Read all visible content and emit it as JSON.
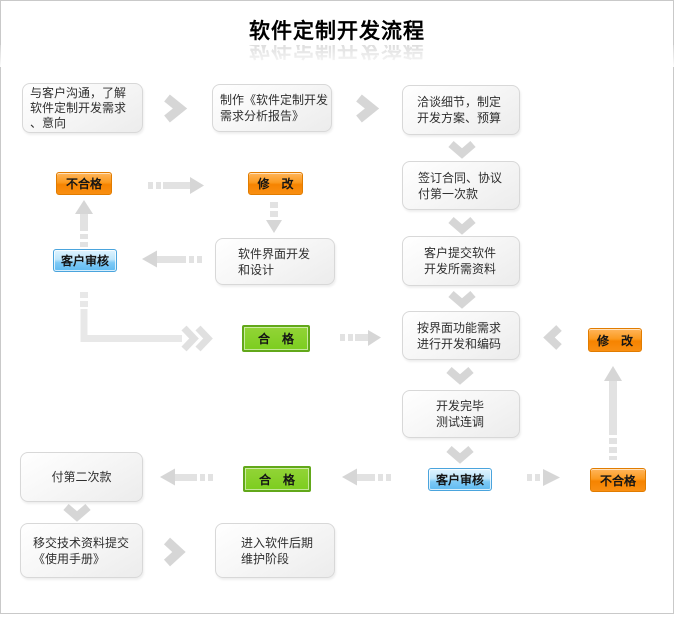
{
  "title": "软件定制开发流程",
  "nodes": {
    "communicate": {
      "lines": [
        "与客户沟通，了解",
        "软件定制开发需求",
        "、意向"
      ]
    },
    "report": {
      "lines": [
        "制作《软件定制开发",
        "需求分析报告》"
      ]
    },
    "negotiate": {
      "lines": [
        "洽谈细节，制定",
        "开发方案、预算"
      ]
    },
    "contract": {
      "lines": [
        "签订合同、协议",
        "付第一次款"
      ]
    },
    "ui_design": {
      "lines": [
        "软件界面开发",
        "和设计"
      ]
    },
    "materials": {
      "lines": [
        "客户提交软件",
        "开发所需资料"
      ]
    },
    "coding": {
      "lines": [
        "按界面功能需求",
        "进行开发和编码"
      ]
    },
    "testing": {
      "lines": [
        "开发完毕",
        "测试连调"
      ]
    },
    "second_payment": {
      "lines": [
        "付第二次款"
      ]
    },
    "handover": {
      "lines": [
        "移交技术资料提交",
        "《使用手册》"
      ]
    },
    "maintenance": {
      "lines": [
        "进入软件后期",
        "维护阶段"
      ]
    }
  },
  "buttons": {
    "fail_top": "不合格",
    "modify_top": "修　改",
    "review_left": "客户审核",
    "pass_mid": "合　格",
    "modify_right": "修　改",
    "pass_bottom": "合　格",
    "review_bottom": "客户审核",
    "fail_bottom": "不合格"
  },
  "edges": [
    {
      "from": "communicate",
      "to": "report",
      "style": "chevron-right"
    },
    {
      "from": "report",
      "to": "negotiate",
      "style": "chevron-right"
    },
    {
      "from": "negotiate",
      "to": "contract",
      "style": "chevron-down"
    },
    {
      "from": "fail_top",
      "to": "modify_top",
      "style": "dashed-arrow-right"
    },
    {
      "from": "review_left",
      "to": "fail_top",
      "style": "dashed-arrow-up"
    },
    {
      "from": "modify_top",
      "to": "ui_design",
      "style": "dashed-arrow-down"
    },
    {
      "from": "contract",
      "to": "materials",
      "style": "chevron-down"
    },
    {
      "from": "ui_design",
      "to": "review_left",
      "style": "dashed-arrow-left"
    },
    {
      "from": "materials",
      "to": "coding",
      "style": "chevron-down"
    },
    {
      "from": "review_left",
      "to": "pass_mid",
      "style": "elbow-double-chevron"
    },
    {
      "from": "pass_mid",
      "to": "coding",
      "style": "dashed-arrow-right"
    },
    {
      "from": "modify_right",
      "to": "coding",
      "style": "chevron-left"
    },
    {
      "from": "coding",
      "to": "testing",
      "style": "chevron-down"
    },
    {
      "from": "fail_bottom",
      "to": "modify_right",
      "style": "dashed-arrow-up"
    },
    {
      "from": "testing",
      "to": "review_bottom",
      "style": "chevron-down"
    },
    {
      "from": "review_bottom",
      "to": "pass_bottom",
      "style": "dashed-arrow-left"
    },
    {
      "from": "pass_bottom",
      "to": "second_payment",
      "style": "dashed-arrow-left"
    },
    {
      "from": "review_bottom",
      "to": "fail_bottom",
      "style": "dashed-arrow-right"
    },
    {
      "from": "second_payment",
      "to": "handover",
      "style": "chevron-down"
    },
    {
      "from": "handover",
      "to": "maintenance",
      "style": "chevron-right"
    }
  ],
  "colors": {
    "orange": "#f68300",
    "green": "#7ccd1f",
    "blue": "#5fbaf1",
    "box_border": "#d8d8d8",
    "arrow_gray": "#d6d6d6"
  }
}
